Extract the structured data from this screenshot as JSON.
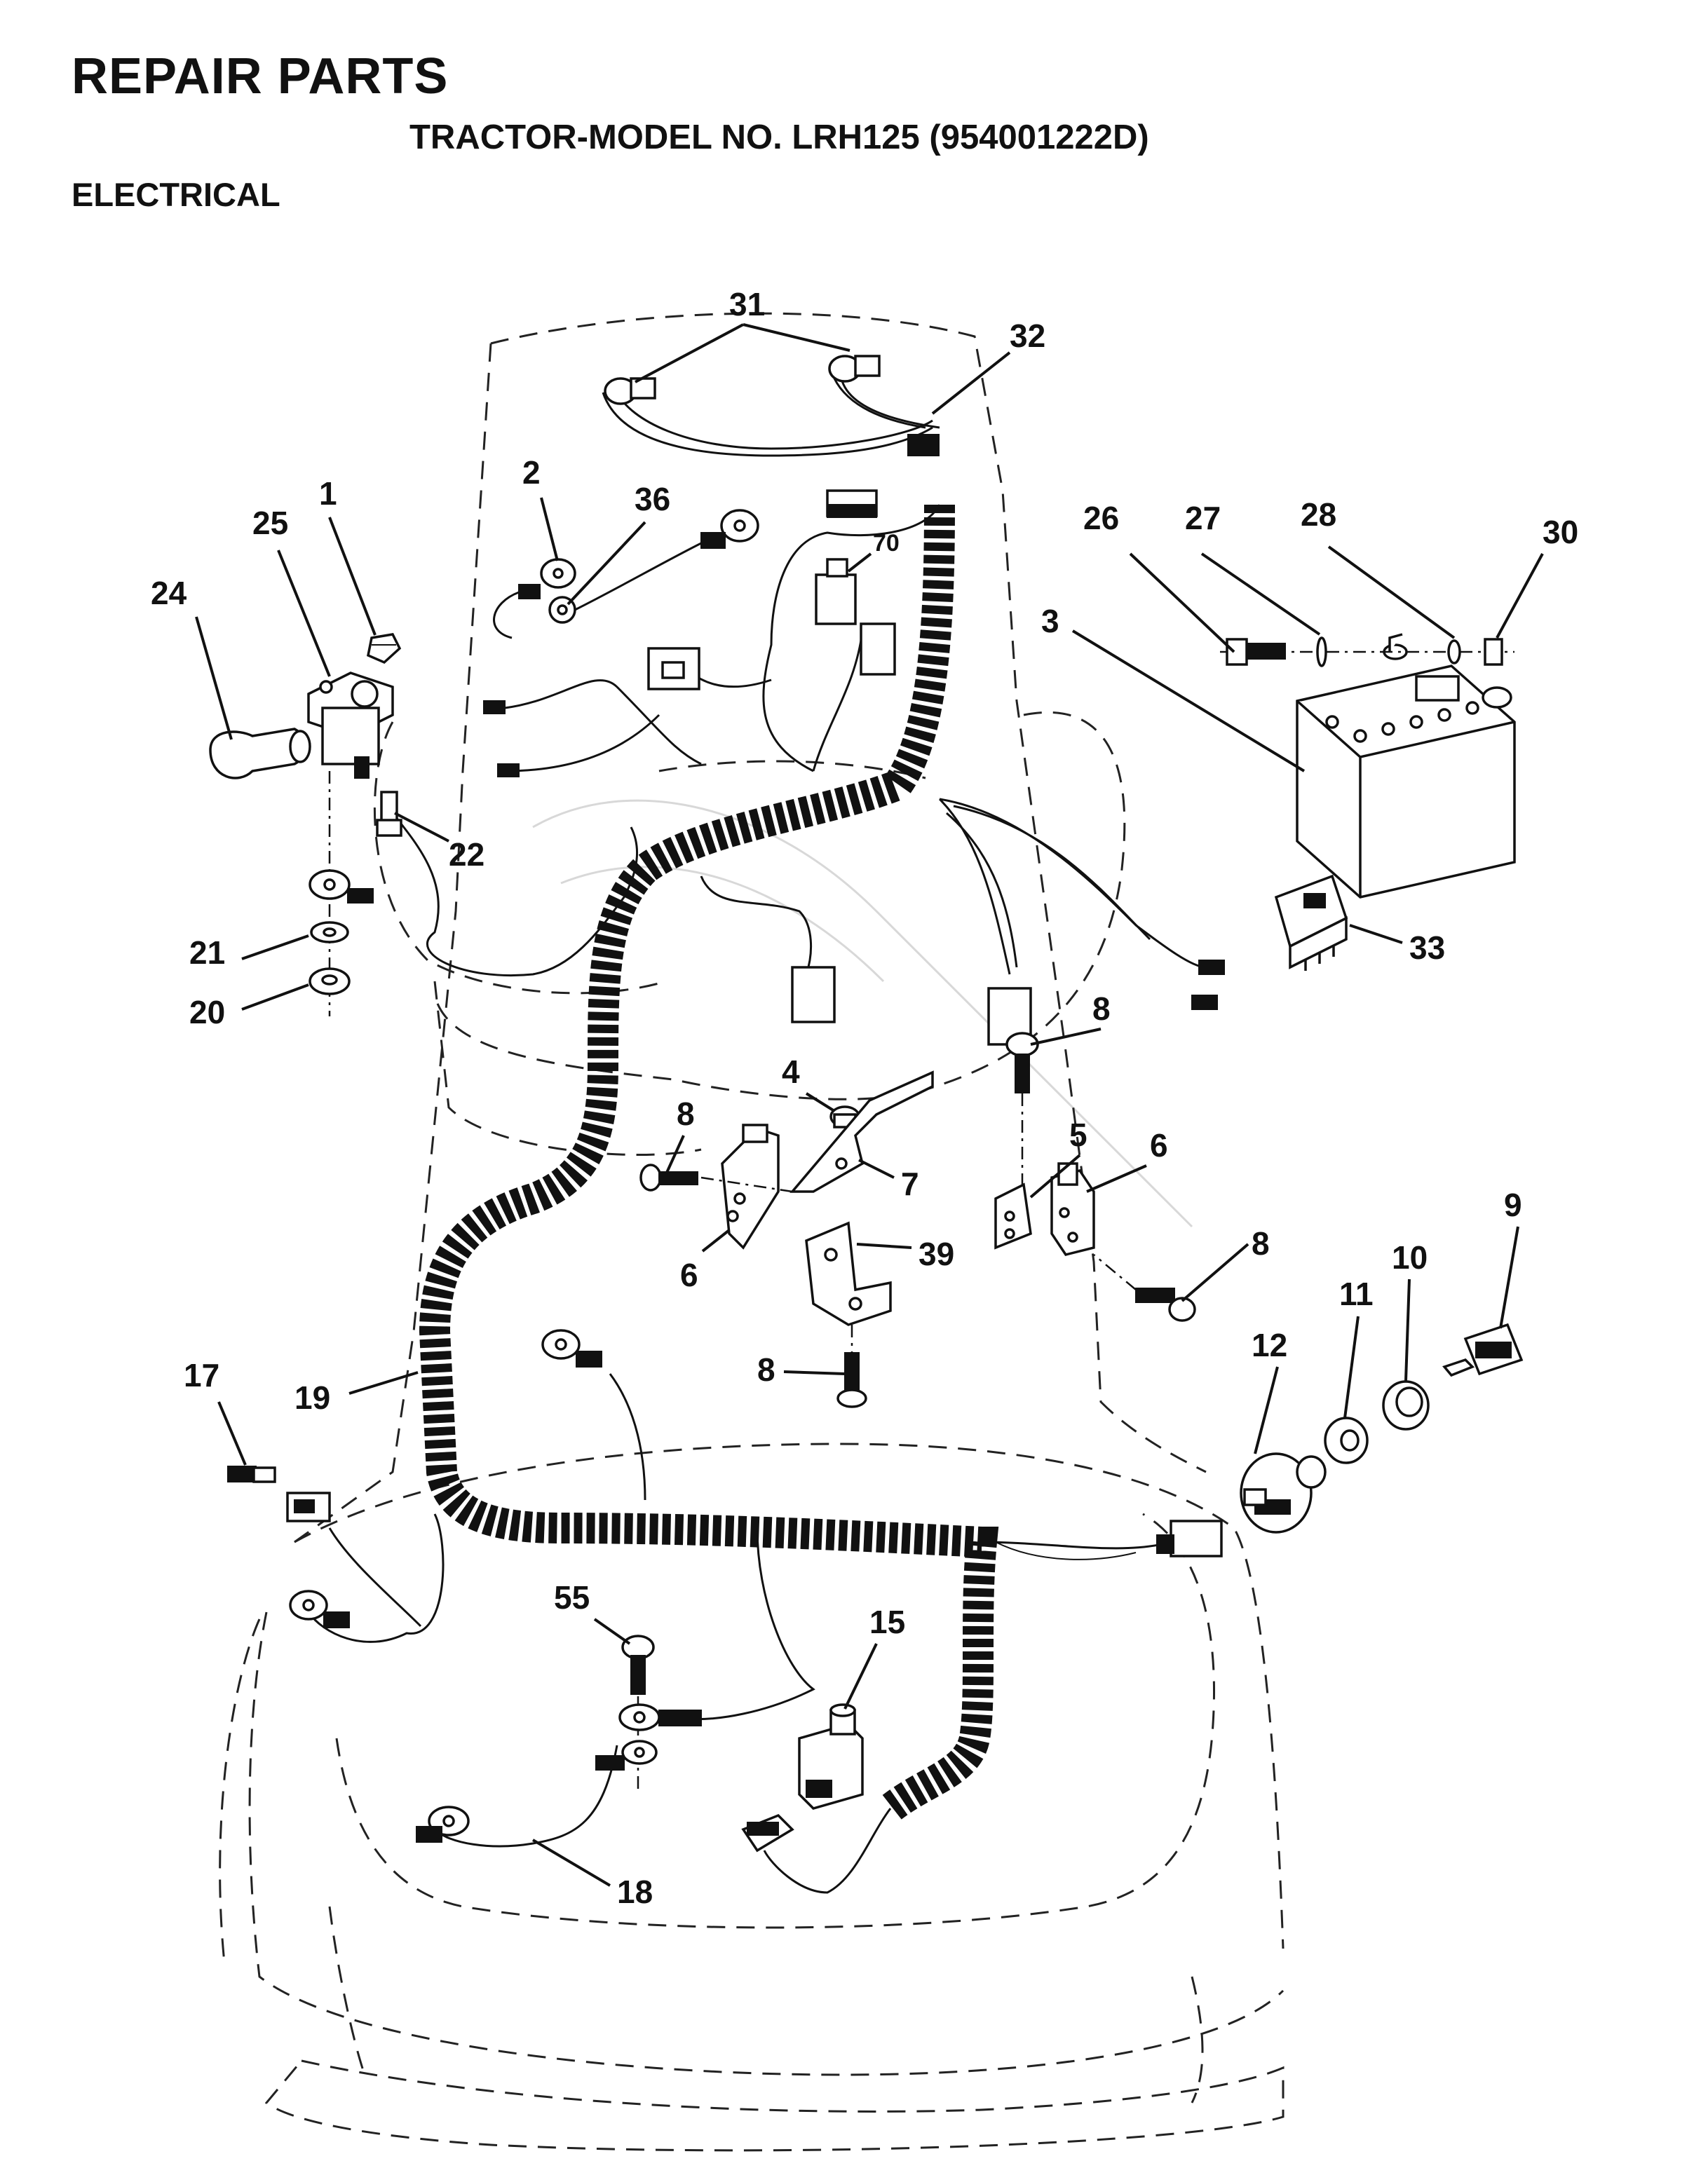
{
  "header": {
    "title": "REPAIR PARTS",
    "subtitle": "TRACTOR-MODEL NO. LRH125 (954001222D)",
    "section": "ELECTRICAL"
  },
  "callouts": {
    "c1": "1",
    "c2": "2",
    "c3": "3",
    "c4": "4",
    "c5": "5",
    "c6a": "6",
    "c6b": "6",
    "c7": "7",
    "c8a": "8",
    "c8b": "8",
    "c8c": "8",
    "c8d": "8",
    "c9": "9",
    "c10": "10",
    "c11": "11",
    "c12": "12",
    "c15": "15",
    "c17": "17",
    "c18": "18",
    "c19": "19",
    "c20": "20",
    "c21": "21",
    "c22": "22",
    "c24": "24",
    "c25": "25",
    "c26": "26",
    "c27": "27",
    "c28": "28",
    "c30": "30",
    "c31": "31",
    "c32": "32",
    "c33": "33",
    "c36": "36",
    "c39": "39",
    "c55": "55",
    "c70": "70"
  }
}
